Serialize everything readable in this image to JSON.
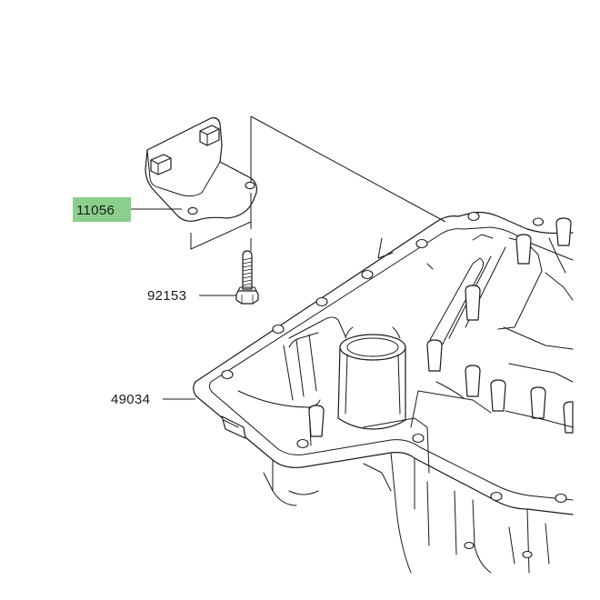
{
  "parts": [
    {
      "id": "bracket",
      "number": "11056",
      "highlighted": true
    },
    {
      "id": "bolt",
      "number": "92153",
      "highlighted": false
    },
    {
      "id": "oil-pan",
      "number": "49034",
      "highlighted": false
    }
  ],
  "colors": {
    "highlight": "#8ccf8c",
    "line": "#1a1a1a",
    "background": "#ffffff"
  }
}
